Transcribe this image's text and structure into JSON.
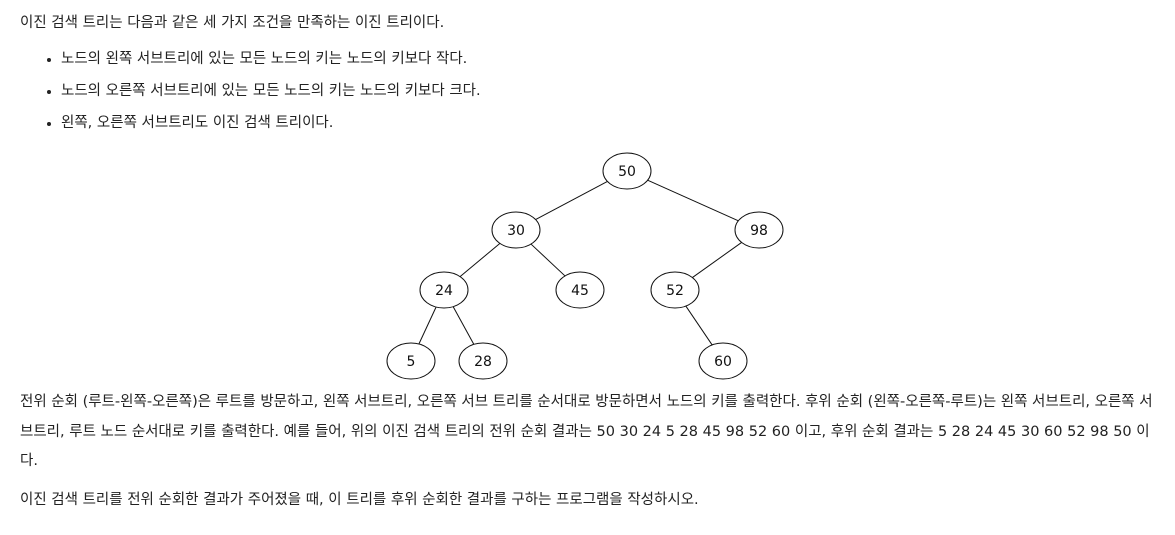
{
  "intro": "이진 검색 트리는 다음과 같은 세 가지 조건을 만족하는 이진 트리이다.",
  "conditions": [
    "노드의 왼쪽 서브트리에 있는 모든 노드의 키는 노드의 키보다 작다.",
    "노드의 오른쪽 서브트리에 있는 모든 노드의 키는 노드의 키보다 크다.",
    "왼쪽, 오른쪽 서브트리도 이진 검색 트리이다."
  ],
  "tree": {
    "nodes": [
      {
        "id": "n50",
        "key": "50"
      },
      {
        "id": "n30",
        "key": "30"
      },
      {
        "id": "n98",
        "key": "98"
      },
      {
        "id": "n24",
        "key": "24"
      },
      {
        "id": "n45",
        "key": "45"
      },
      {
        "id": "n52",
        "key": "52"
      },
      {
        "id": "n5",
        "key": "5"
      },
      {
        "id": "n28",
        "key": "28"
      },
      {
        "id": "n60",
        "key": "60"
      }
    ],
    "edges": [
      [
        "n50",
        "n30"
      ],
      [
        "n50",
        "n98"
      ],
      [
        "n30",
        "n24"
      ],
      [
        "n30",
        "n45"
      ],
      [
        "n98",
        "n52"
      ],
      [
        "n24",
        "n5"
      ],
      [
        "n24",
        "n28"
      ],
      [
        "n52",
        "n60"
      ]
    ]
  },
  "traversal_description": "전위 순회 (루트-왼쪽-오른쪽)은 루트를 방문하고, 왼쪽 서브트리, 오른쪽 서브 트리를 순서대로 방문하면서 노드의 키를 출력한다. 후위 순회 (왼쪽-오른쪽-루트)는 왼쪽 서브트리, 오른쪽 서브트리, 루트 노드 순서대로 키를 출력한다. 예를 들어, 위의 이진 검색 트리의 전위 순회 결과는 50 30 24 5 28 45 98 52 60 이고, 후위 순회 결과는 5 28 24 45 30 60 52 98 50 이다.",
  "task": "이진 검색 트리를 전위 순회한 결과가 주어졌을 때, 이 트리를 후위 순회한 결과를 구하는 프로그램을 작성하시오."
}
